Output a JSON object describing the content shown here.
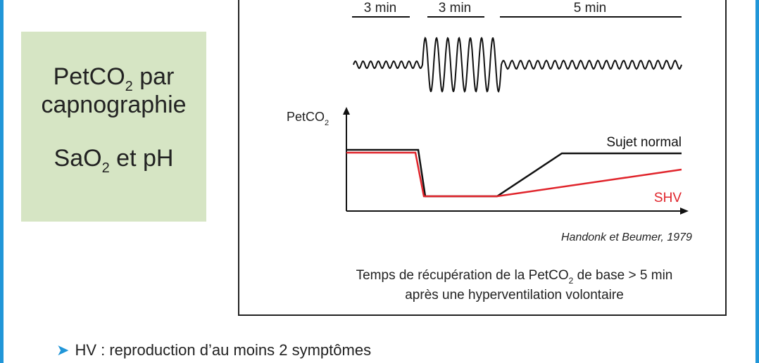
{
  "left_box": {
    "line1_pre": "PetCO",
    "line1_sub": "2",
    "line1_post": " par",
    "line2": "capnographie",
    "line3_pre": "SaO",
    "line3_sub": "2",
    "line3_post": " et pH"
  },
  "timeline": {
    "segment1": "3 min",
    "segment2": "3 min",
    "segment3": "5 min"
  },
  "graph": {
    "ylabel_pre": "PetCO",
    "ylabel_sub": "2",
    "label_normal": "Sujet normal",
    "label_shv": "SHV",
    "colors": {
      "normal": "#111111",
      "shv": "#e0242b",
      "accent": "#2196d8"
    }
  },
  "citation": "Handonk et Beumer, 1979",
  "caption": {
    "line1_pre": "Temps de récupération de la PetCO",
    "line1_sub": "2",
    "line1_post": " de base > 5 min",
    "line2": "après une hyperventilation volontaire"
  },
  "bullet": {
    "icon": "arrow-right-icon",
    "text": "HV : reproduction d’au moins 2 symptômes"
  }
}
